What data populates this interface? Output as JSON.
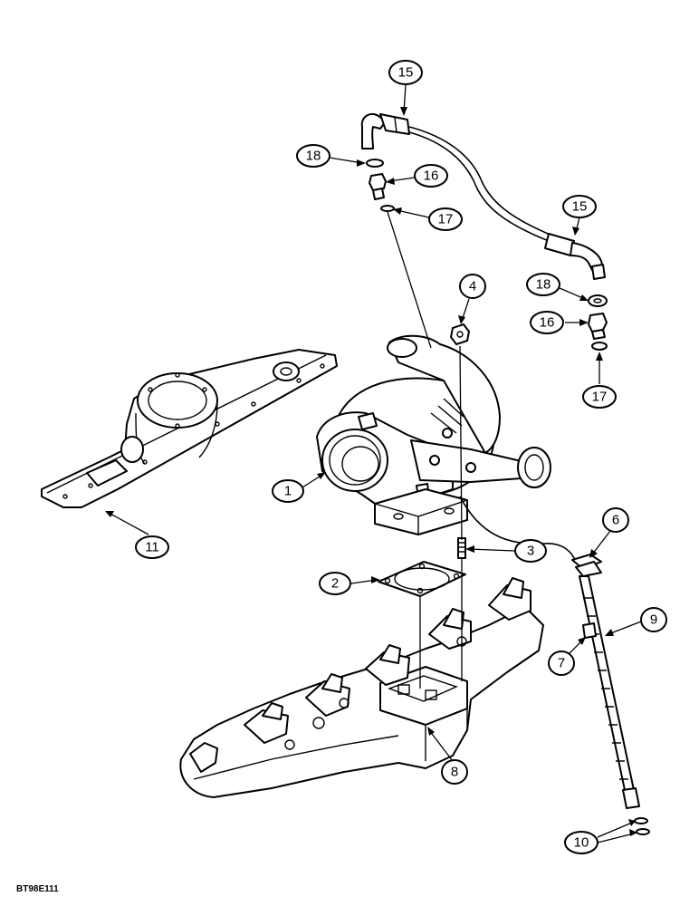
{
  "figure_ref": "BT98E111",
  "callouts": {
    "c1": "1",
    "c2": "2",
    "c3": "3",
    "c4": "4",
    "c6": "6",
    "c7": "7",
    "c8": "8",
    "c9": "9",
    "c10": "10",
    "c11": "11",
    "c15a": "15",
    "c15b": "15",
    "c16a": "16",
    "c16b": "16",
    "c17a": "17",
    "c17b": "17",
    "c18a": "18",
    "c18b": "18"
  }
}
